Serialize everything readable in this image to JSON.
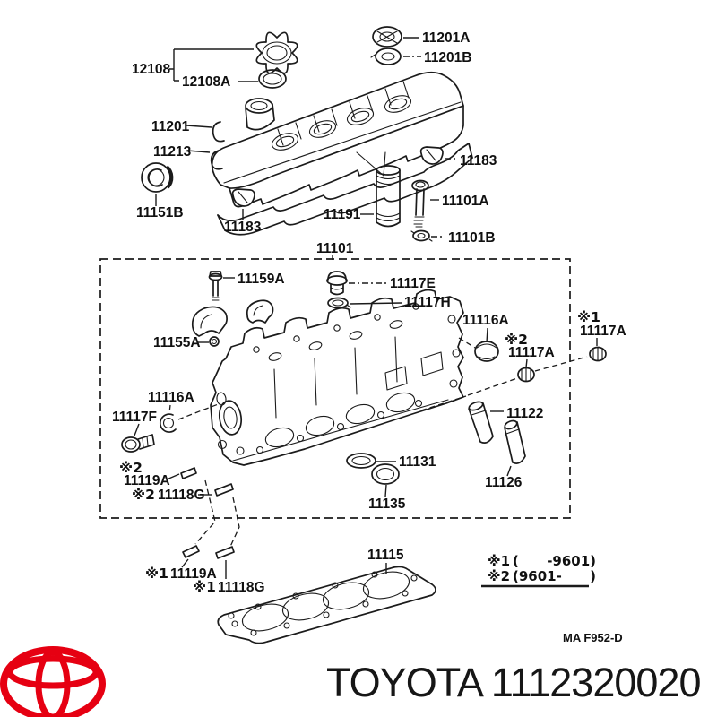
{
  "colors": {
    "line": "#1b1b1b",
    "text": "#101010",
    "logo_red": "#e60012",
    "background": "#ffffff"
  },
  "marks": {
    "ref1": "※1",
    "ref2": "※2"
  },
  "part_numbers": {
    "12108": "12108",
    "12108A": "12108A",
    "11201A": "11201A",
    "11201B": "11201B",
    "11201": "11201",
    "11213": "11213",
    "11151B": "11151B",
    "11183": "11183",
    "11191": "11191",
    "11101A": "11101A",
    "11101B": "11101B",
    "11101": "11101",
    "11159A": "11159A",
    "11117E": "11117E",
    "11117H": "11117H",
    "11116A": "11116A",
    "11117A": "11117A",
    "11155A": "11155A",
    "11117F": "11117F",
    "11119A": "11119A",
    "11118G": "11118G",
    "11131": "11131",
    "11135": "11135",
    "11122": "11122",
    "11126": "11126",
    "11115": "11115"
  },
  "legend": {
    "row1_mark": "※1",
    "row1_range": "(      -9601)",
    "row2_mark": "※2",
    "row2_range": "(9601-      )"
  },
  "drawing_code": "MA  F952-D",
  "footer": {
    "title": "TOYOTA 1112320020",
    "logo": "toyota-logo"
  }
}
